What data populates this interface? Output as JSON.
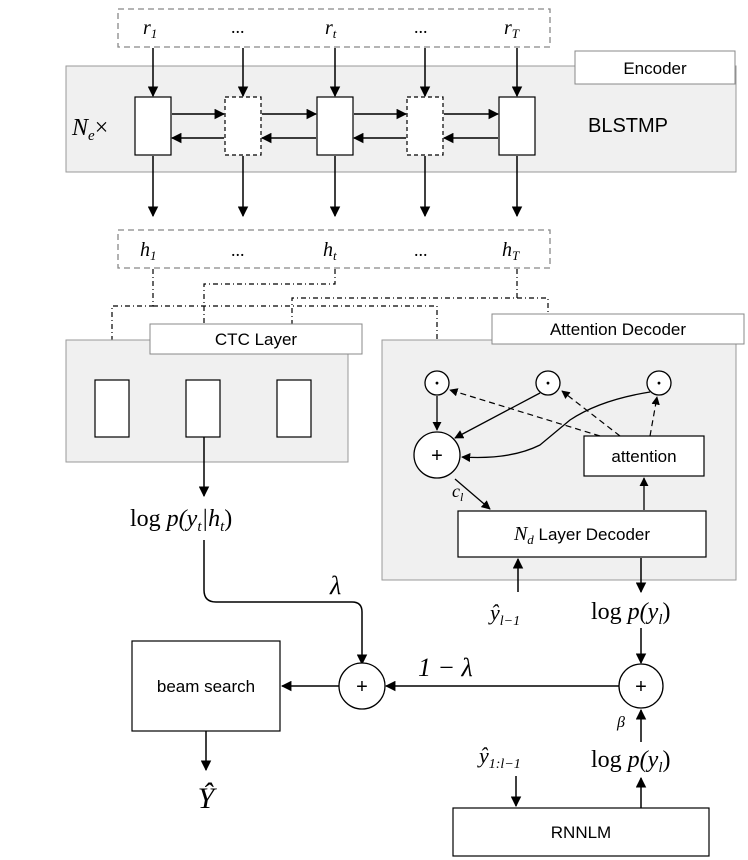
{
  "inputs": {
    "r1_base": "r",
    "r1_sub": "1",
    "rt_base": "r",
    "rt_sub": "t",
    "rT_base": "r",
    "rT_sub": "T",
    "dots": "..."
  },
  "encoder": {
    "label": "Encoder",
    "layer_label": "BLSTMP",
    "repeat_base": "N",
    "repeat_sub": "e",
    "repeat_times": "×"
  },
  "hidden": {
    "h1_base": "h",
    "h1_sub": "1",
    "ht_base": "h",
    "ht_sub": "t",
    "hT_base": "h",
    "hT_sub": "T",
    "dots": "..."
  },
  "ctc": {
    "label": "CTC Layer",
    "output_prefix": "log ",
    "output_body": "p(y",
    "output_sub": "t",
    "output_mid": "|h",
    "output_sub2": "t",
    "output_end": ")",
    "weight": "λ"
  },
  "attention_decoder": {
    "label": "Attention Decoder",
    "attention_label": "attention",
    "decoder_base": "N",
    "decoder_sub": "d",
    "decoder_text": " Layer Decoder",
    "context_base": "c",
    "context_sub": "l",
    "product_symbol": "·",
    "sum_symbol": "+",
    "prev_token_base": "ŷ",
    "prev_token_sub": "l−1",
    "output_prefix": "log ",
    "output_body": "p(y",
    "output_sub": "l",
    "output_end": ")",
    "weight": "1 − λ"
  },
  "combination": {
    "sum_symbol": "+",
    "beam_search_label": "beam search",
    "result": "Ŷ"
  },
  "lm": {
    "label": "RNNLM",
    "history_base": "ŷ",
    "history_sub": "1:l−1",
    "output_prefix": "log ",
    "output_body": "p(y",
    "output_sub": "l",
    "output_end": ")",
    "weight": "β",
    "sum_symbol": "+"
  }
}
